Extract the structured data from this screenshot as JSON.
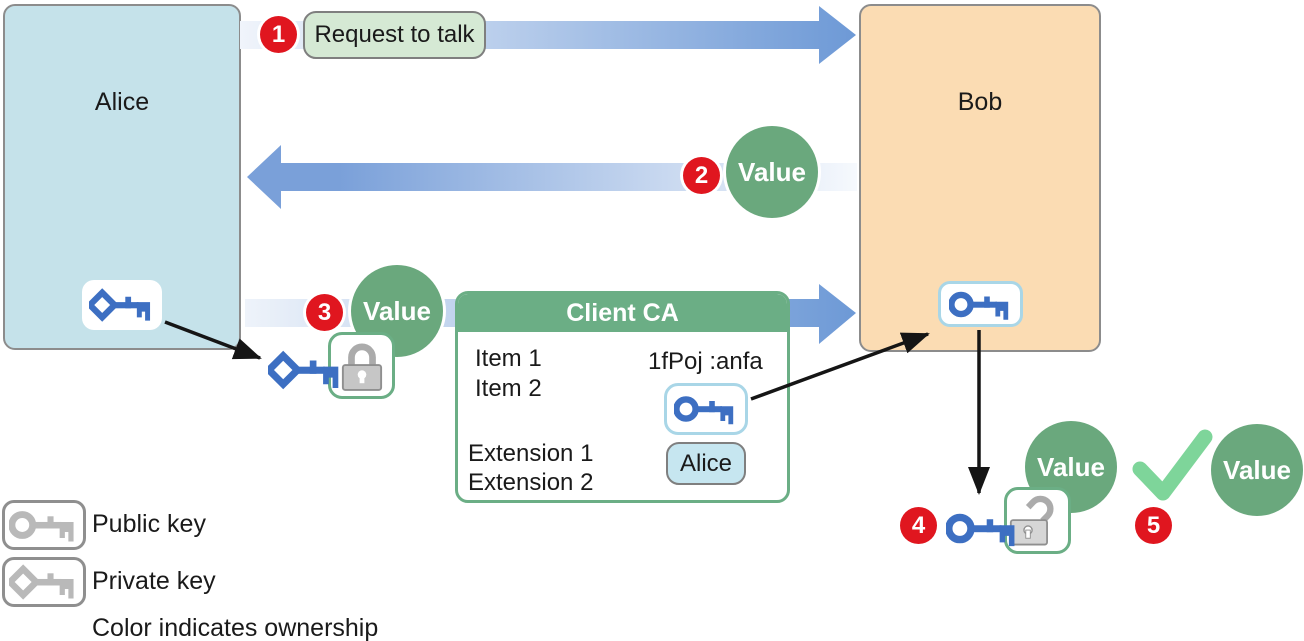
{
  "actors": {
    "left": "Alice",
    "right": "Bob"
  },
  "steps": {
    "s1": {
      "num": "1",
      "label": "Request to talk"
    },
    "s2": {
      "num": "2",
      "value": "Value"
    },
    "s3": {
      "num": "3",
      "value": "Value"
    },
    "s4": {
      "num": "4",
      "value": "Value"
    },
    "s5": {
      "num": "5",
      "value": "Value"
    }
  },
  "certificate": {
    "title": "Client CA",
    "item1": "Item 1",
    "item2": "Item 2",
    "signature": "1fPoj :anfa",
    "extension1": "Extension 1",
    "extension2": "Extension 2",
    "subject": "Alice"
  },
  "legend": {
    "public_key": "Public key",
    "private_key": "Private key",
    "note": "Color indicates ownership"
  },
  "colors": {
    "alice_fill": "#c5e2ea",
    "bob_fill": "#fbdcb3",
    "value_green": "#6aa87d",
    "badge_red": "#e0161f",
    "arrow_blue": "#6d99d6",
    "ca_green": "#6bae85",
    "key_blue": "#3d6fc2",
    "key_box_border": "#a9d6e7",
    "check_green": "#7ed59a",
    "lock_gray": "#c6c6c6"
  }
}
